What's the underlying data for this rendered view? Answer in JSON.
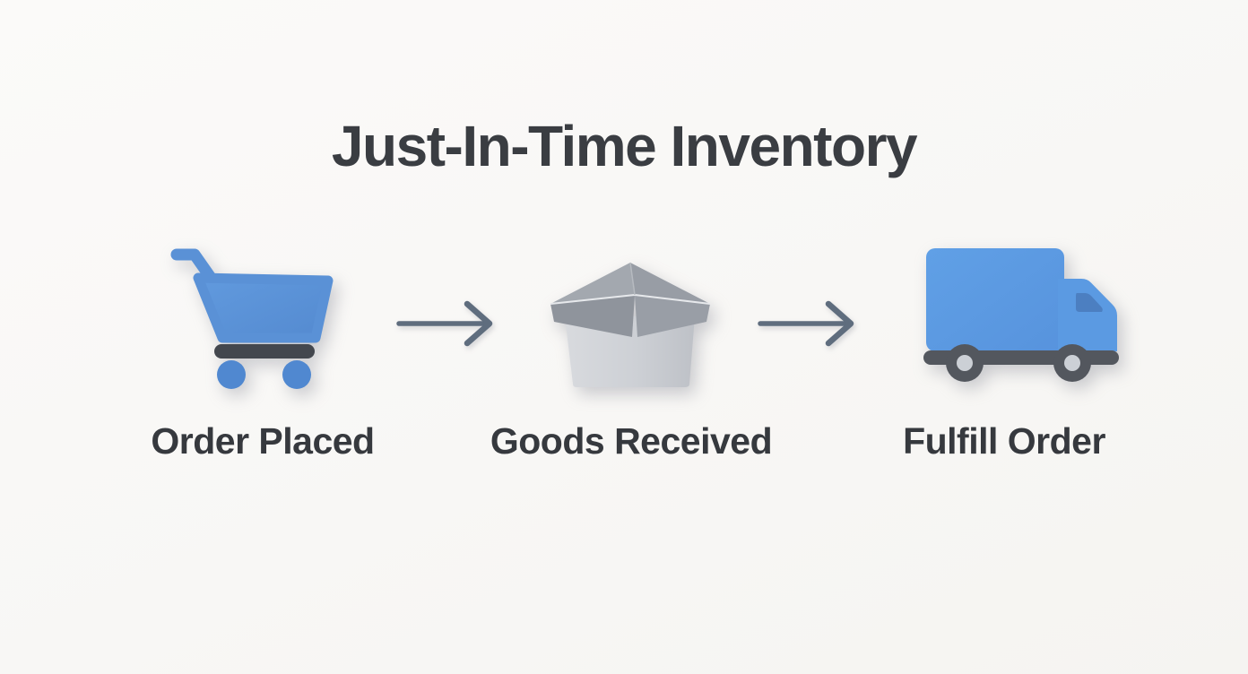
{
  "title": "Just-In-Time Inventory",
  "diagram": {
    "type": "process-flow",
    "direction": "left-to-right",
    "steps": [
      {
        "label": "Order Placed",
        "icon": "shopping-cart-icon"
      },
      {
        "label": "Goods Received",
        "icon": "open-box-icon"
      },
      {
        "label": "Fulfill Order",
        "icon": "delivery-truck-icon"
      }
    ],
    "connectors": [
      {
        "from": "Order Placed",
        "to": "Goods Received",
        "style": "arrow-right"
      },
      {
        "from": "Goods Received",
        "to": "Fulfill Order",
        "style": "arrow-right"
      }
    ]
  },
  "colors": {
    "cart_blue": "#5a91d6",
    "cart_wheel_blue": "#5088d0",
    "truck_blue": "#5b9ae2",
    "truck_window_blue": "#4c7fc1",
    "dark_gray": "#43474e",
    "chassis_gray": "#53575e",
    "hub_gray": "#ccd0d6",
    "box_flap_gray": "#969ba3",
    "box_body_gray": "#cdd0d5",
    "arrow_slate": "#5f6d7e",
    "text_dark": "#3a3d42",
    "background": "#f8f7f4"
  }
}
